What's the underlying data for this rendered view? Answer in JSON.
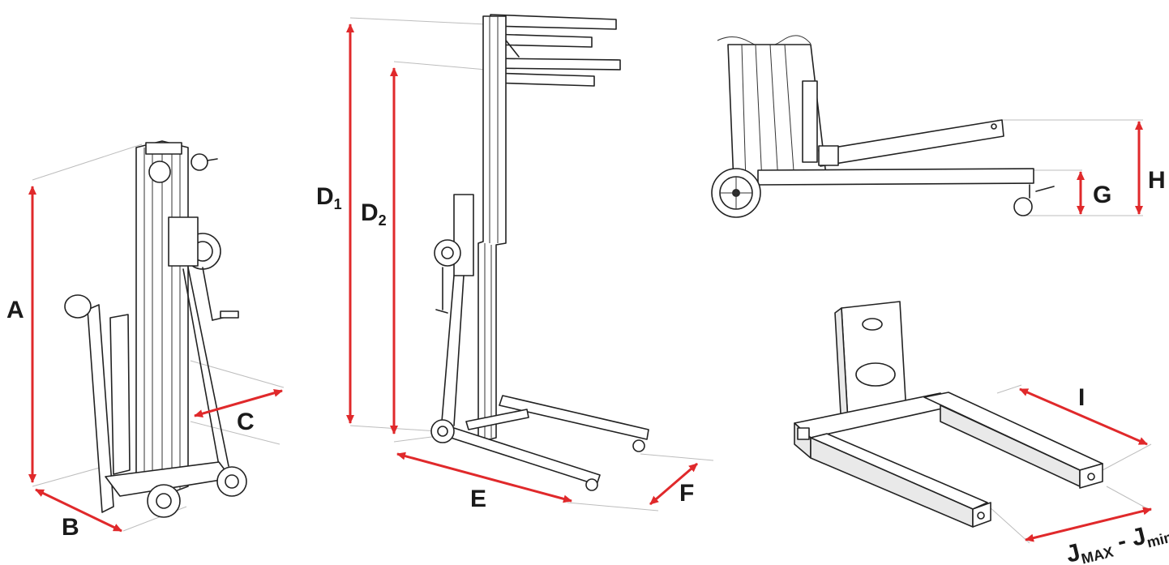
{
  "diagram": {
    "views": [
      {
        "id": "view-folded",
        "labels": [
          "A",
          "B",
          "C"
        ]
      },
      {
        "id": "view-extended",
        "labels": [
          "D1",
          "D2",
          "E",
          "F"
        ]
      },
      {
        "id": "view-side",
        "labels": [
          "G",
          "H"
        ]
      },
      {
        "id": "view-base",
        "labels": [
          "I",
          "JMAX - Jmin"
        ]
      }
    ],
    "labels": {
      "A": "A",
      "B": "B",
      "C": "C",
      "D1_main": "D",
      "D1_sub": "1",
      "D2_main": "D",
      "D2_sub": "2",
      "E": "E",
      "F": "F",
      "G": "G",
      "H": "H",
      "I": "I",
      "J_main1": "J",
      "J_sub1": "MAX",
      "J_dash": " - ",
      "J_main2": "J",
      "J_sub2": "min"
    },
    "colors": {
      "dimension": "#e0292b",
      "line": "#222222",
      "guide": "#bdbdbd"
    }
  }
}
